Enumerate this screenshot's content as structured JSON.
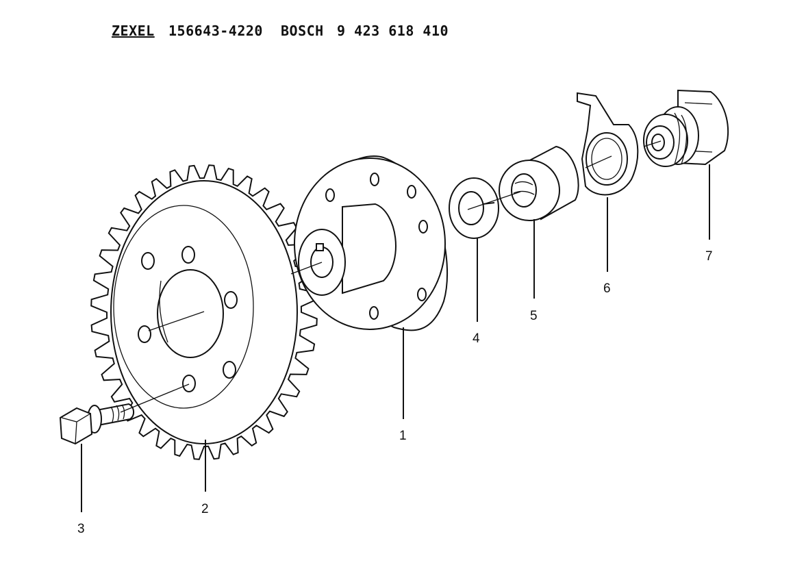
{
  "header": {
    "brand1": "ZEXEL",
    "part1": "156643-4220",
    "brand2": "BOSCH",
    "part2": "9 423 618 410"
  },
  "callouts": {
    "c1": "1",
    "c2": "2",
    "c3": "3",
    "c4": "4",
    "c5": "5",
    "c6": "6",
    "c7": "7"
  },
  "colors": {
    "line": "#111111",
    "background": "#ffffff"
  }
}
